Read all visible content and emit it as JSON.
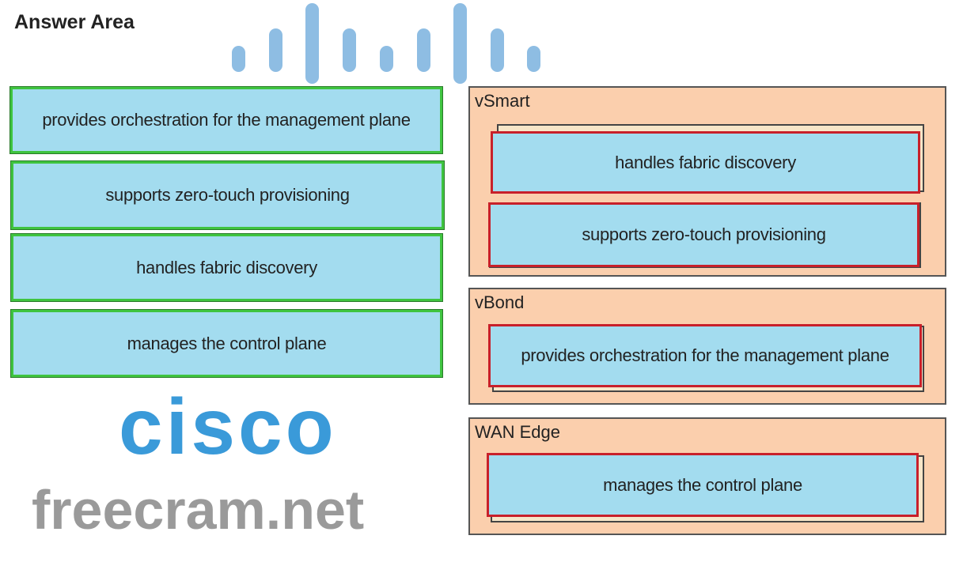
{
  "title": "Answer Area",
  "options": [
    "provides orchestration for the management plane",
    "supports zero-touch provisioning",
    "handles fabric discovery",
    "manages the control plane"
  ],
  "targets": [
    {
      "label": "vSmart",
      "items": [
        "handles fabric discovery",
        "supports zero-touch provisioning"
      ]
    },
    {
      "label": "vBond",
      "items": [
        "provides orchestration for the management plane"
      ]
    },
    {
      "label": "WAN Edge",
      "items": [
        "manages the control plane"
      ]
    }
  ],
  "watermarks": {
    "logo": "cisco",
    "site": "freecram.net"
  },
  "colors": {
    "item_fill": "#a3dcef",
    "source_border": "#3fc43f",
    "target_border": "#c8202a",
    "group_fill": "#fbcfad"
  }
}
